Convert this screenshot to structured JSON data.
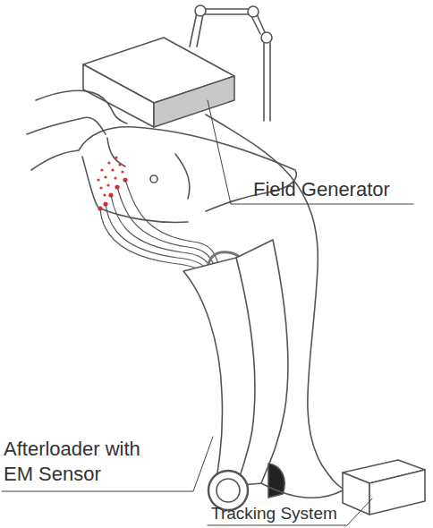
{
  "diagram": {
    "labels": [
      "Field Generator",
      "Afterloader with EM Sensor",
      "Tracking System"
    ]
  }
}
